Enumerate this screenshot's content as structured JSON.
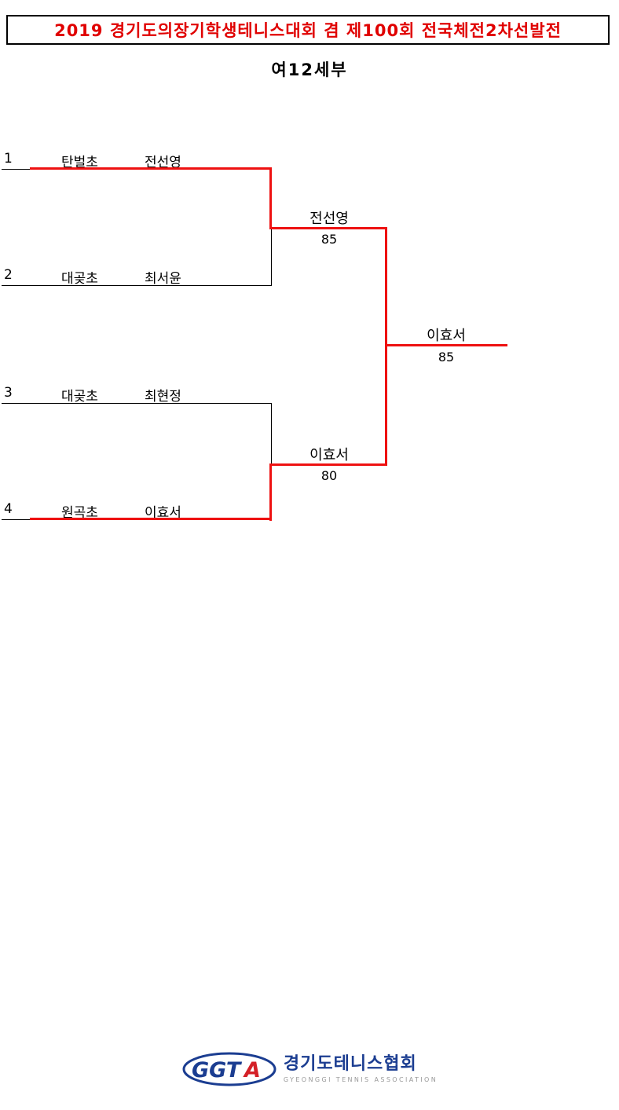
{
  "header": {
    "title": "2019 경기도의장기학생테니스대회 겸 제100회 전국체전2차선발전",
    "subtitle": "여12세부"
  },
  "bracket": {
    "entries": [
      {
        "seed": "1",
        "school": "탄벌초",
        "player": "전선영"
      },
      {
        "seed": "2",
        "school": "대곶초",
        "player": "최서윤"
      },
      {
        "seed": "3",
        "school": "대곶초",
        "player": "최현정"
      },
      {
        "seed": "4",
        "school": "원곡초",
        "player": "이효서"
      }
    ],
    "semifinal_1": {
      "winner": "전선영",
      "score": "85"
    },
    "semifinal_2": {
      "winner": "이효서",
      "score": "80"
    },
    "final": {
      "winner": "이효서",
      "score": "85"
    }
  },
  "footer": {
    "logo_text_blue": "GGT",
    "logo_text_red": "A",
    "org_name": "경기도테니스협회",
    "org_tagline": "GYEONGGI TENNIS ASSOCIATION"
  },
  "colors": {
    "title_red": "#e00000",
    "winner_line": "#ee1111",
    "base_line": "#000000",
    "logo_blue": "#1b3d91",
    "logo_red": "#d42027",
    "tagline_gray": "#999999"
  }
}
